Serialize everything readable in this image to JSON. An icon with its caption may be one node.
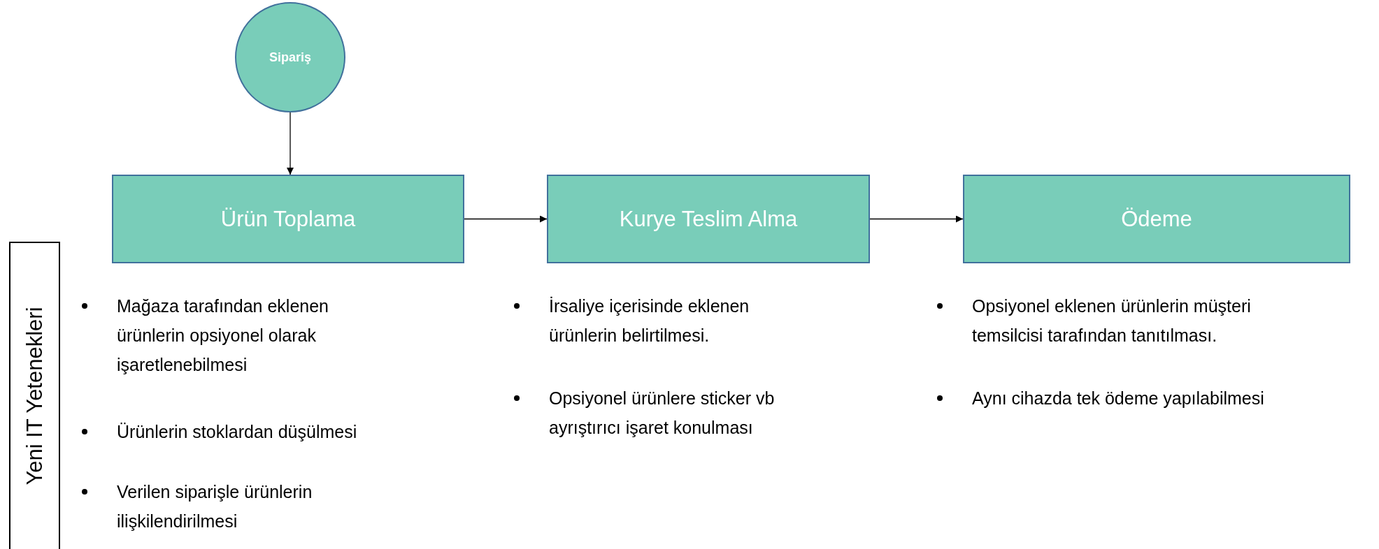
{
  "diagram": {
    "nodes": [
      {
        "text": [
          "Sipariş"
        ]
      },
      {
        "text": [
          "Ürün Toplama"
        ]
      },
      {
        "text": [
          "Kurye Teslim Alma"
        ]
      },
      {
        "text": [
          "Ödeme"
        ]
      },
      {
        "text": [
          "Yeni IT Yetenekleri"
        ]
      }
    ],
    "edges": [
      {
        "from": 0,
        "to": 1,
        "arrow": "to"
      },
      {
        "from": 1,
        "to": 2,
        "arrow": "to"
      },
      {
        "from": 2,
        "to": 3,
        "arrow": "to"
      }
    ],
    "labels": [
      "Mağaza tarafından eklenen ürünlerin opsiyonel olarak işaretlenebilmesi",
      "Ürünlerin stoklardan düşülmesi",
      "Verilen siparişle ürünlerin ilişkilendirilmesi",
      "İrsaliye içerisinde eklenen ürünlerin belirtilmesi.",
      "Opsiyonel ürünlere sticker vb ayrıştırıcı işaret konulması",
      "Opsiyonel eklenen ürünlerin müşteri temsilcisi tarafından tanıtılması.",
      "Aynı cihazda tek ödeme yapılabilmesi"
    ]
  }
}
